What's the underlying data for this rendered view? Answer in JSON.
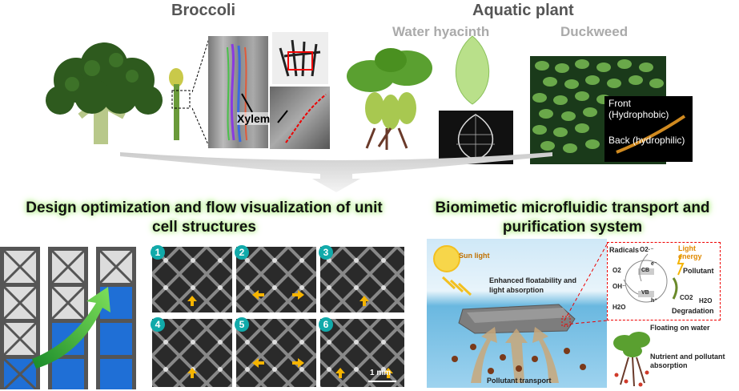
{
  "top": {
    "broccoli_title": "Broccoli",
    "aquatic_title": "Aquatic plant",
    "water_hyacinth": "Water hyacinth",
    "duckweed": "Duckweed",
    "xylem_label": "Xylem",
    "front_label": "Front\n(Hydrophobic)",
    "back_label": "Back (hydrophilic)"
  },
  "left_section": {
    "title": "Design optimization and flow visualization of unit cell structures",
    "panel_numbers": [
      "1",
      "2",
      "3",
      "4",
      "5",
      "6"
    ],
    "scale_bar": "1 mm"
  },
  "right_section": {
    "title": "Biomimetic microfluidic transport and purification system",
    "sun_light": "Sun light",
    "floatability": "Enhanced floatability and light absorption",
    "pollutant_transport": "Pollutant transport",
    "radicals": "Radicals",
    "light_energy": "Light energy",
    "pollutant": "Pollutant",
    "degradation": "Degradation",
    "floating_on_water": "Floating on water",
    "nutrient": "Nutrient and pollutant absorption",
    "o2_minus": "O2·⁻",
    "o2": "O2",
    "oh_minus": "OH⁻",
    "h2o": "H2O",
    "cb": "CB",
    "vb": "VB",
    "e_minus": "e⁻",
    "h_plus": "h⁺",
    "co2": "CO2",
    "h2o_b": "H2O"
  },
  "colors": {
    "arrow_yellow": "#f5b400",
    "teal": "#1aa7a7",
    "blue_cell": "#1f6fd6",
    "accent_green": "#7fe05a"
  }
}
